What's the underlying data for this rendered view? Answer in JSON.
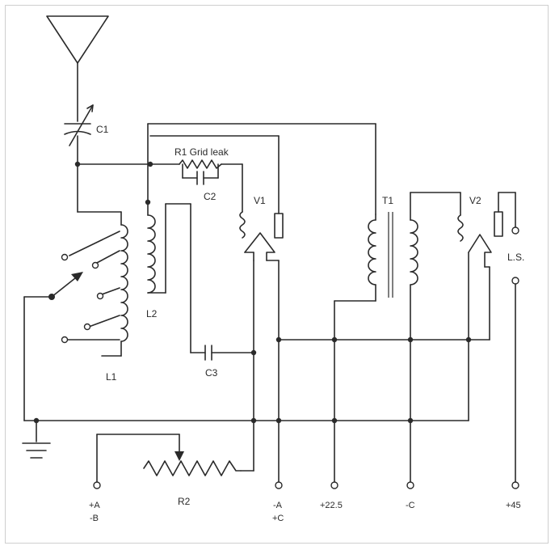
{
  "diagram": {
    "labels": {
      "c1": "C1",
      "r1": "R1 Grid leak",
      "c2": "C2",
      "v1": "V1",
      "t1": "T1",
      "v2": "V2",
      "l2": "L2",
      "l1": "L1",
      "c3": "C3",
      "r2": "R2",
      "ls": "L.S."
    },
    "terminals": {
      "plus_a": "+A",
      "minus_b": "-B",
      "minus_a": "-A",
      "plus_c": "+C",
      "plus_22_5": "+22.5",
      "minus_c": "-C",
      "plus_45": "+45"
    }
  }
}
